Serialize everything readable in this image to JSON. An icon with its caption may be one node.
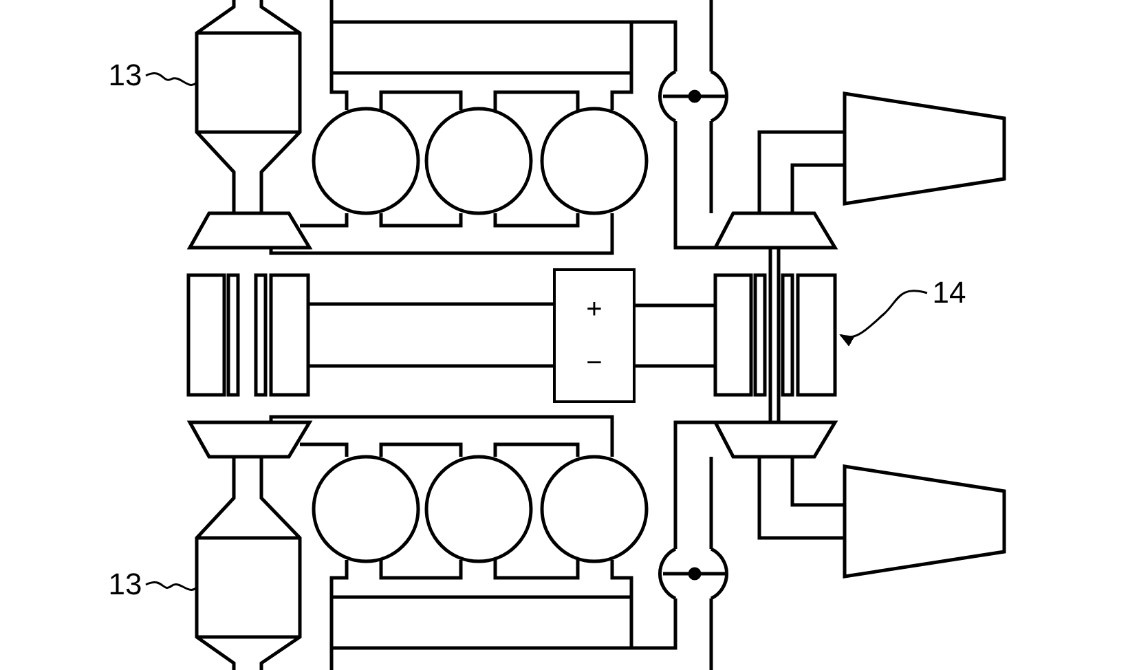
{
  "diagram": {
    "nodes": [
      {
        "text": [
          "13"
        ]
      },
      {
        "text": [],
        "shape": "box"
      },
      {
        "text": [
          "14"
        ]
      },
      {
        "text": [],
        "shape": "box"
      },
      {
        "text": [
          "+",
          "−"
        ]
      },
      {
        "text": [
          "13"
        ]
      },
      {
        "text": [],
        "shape": "box"
      },
      {
        "text": [],
        "shape": "box"
      }
    ],
    "edges": [
      {
        "from": 0,
        "to": 1,
        "arrow": "none"
      },
      {
        "from": 2,
        "to": 3,
        "arrow": "to"
      },
      {
        "from": 5,
        "to": 6,
        "arrow": "none"
      },
      {
        "from": 7,
        "to": 4,
        "arrow": "none"
      },
      {
        "from": 7,
        "to": 4,
        "arrow": "none"
      },
      {
        "from": 4,
        "to": 3,
        "arrow": "none"
      },
      {
        "from": 4,
        "to": 3,
        "arrow": "none"
      }
    ]
  }
}
